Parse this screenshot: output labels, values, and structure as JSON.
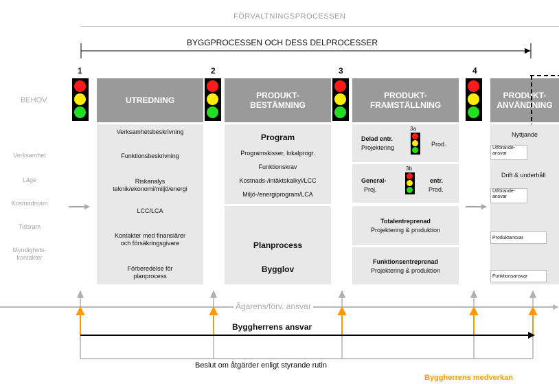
{
  "title": "FÖRVALTNINGSPROCESSEN",
  "bygg_title": "BYGGPROCESSEN OCH DESS DELPROCESSER",
  "behov": "BEHOV",
  "side_labels": [
    "Verksamhet",
    "Läge",
    "Kostnadsram",
    "Tidsram",
    "Myndighets-\nkontakter"
  ],
  "numbers": [
    "1",
    "2",
    "3",
    "4"
  ],
  "headers": {
    "utredning": "UTREDNING",
    "bestamning": "PRODUKT-\nBESTÄMNING",
    "framstallning": "PRODUKT-\nFRAMSTÄLLNING",
    "anvandning": "PRODUKT-\nANVÄNDNING"
  },
  "utredning_items": [
    "Verksamhetsbeskrivning",
    "Funktionsbeskrivning",
    "Riskanalys\nteknik/ekonomi/miljö/energi",
    "LCC/LCA",
    "Kontakter med finansiärer\noch försäkringsgivare",
    "Förberedelse för\nplanprocess"
  ],
  "bestamning": {
    "program": "Program",
    "items": [
      "Programskisser, lokalprogr.",
      "Funktionskrav",
      "Kostnads-/intäktskalkyl/LCC",
      "Miljö-/energiprogram/LCA"
    ],
    "planprocess": "Planprocess",
    "bygglov": "Bygglov"
  },
  "framstallning": {
    "label_3a": "3a",
    "label_3b": "3b",
    "delad": "Delad entr.",
    "projektering": "Projektering",
    "prod": "Prod.",
    "general": "General-",
    "proj": "Proj.",
    "entr": "entr.",
    "prod2": "Prod.",
    "total": "Totalentreprenad",
    "total_sub": "Projektering & produktion",
    "funktion": "Funktionsentreprenad",
    "funktion_sub": "Projektering & produktion"
  },
  "anvandning": {
    "nyttjande": "Nyttjande",
    "utforande1": "Utförande-\nansvar",
    "drift": "Drift & underhåll",
    "utforande2": "Utförande-\nansvar",
    "produktansvar": "Produktansvar",
    "funktionsansvar": "Funktionsansvar"
  },
  "agarens": "Ägarens/förv. ansvar",
  "byggherrens_ansvar": "Byggherrens ansvar",
  "beslut": "Beslut om åtgärder enligt styrande rutin",
  "medverkan": "Byggherrens medverkan",
  "colors": {
    "header_gray": "#9a9a9a",
    "panel_gray": "#e8e8e8",
    "orange": "#ff9900",
    "muted": "#a8a8a8"
  }
}
